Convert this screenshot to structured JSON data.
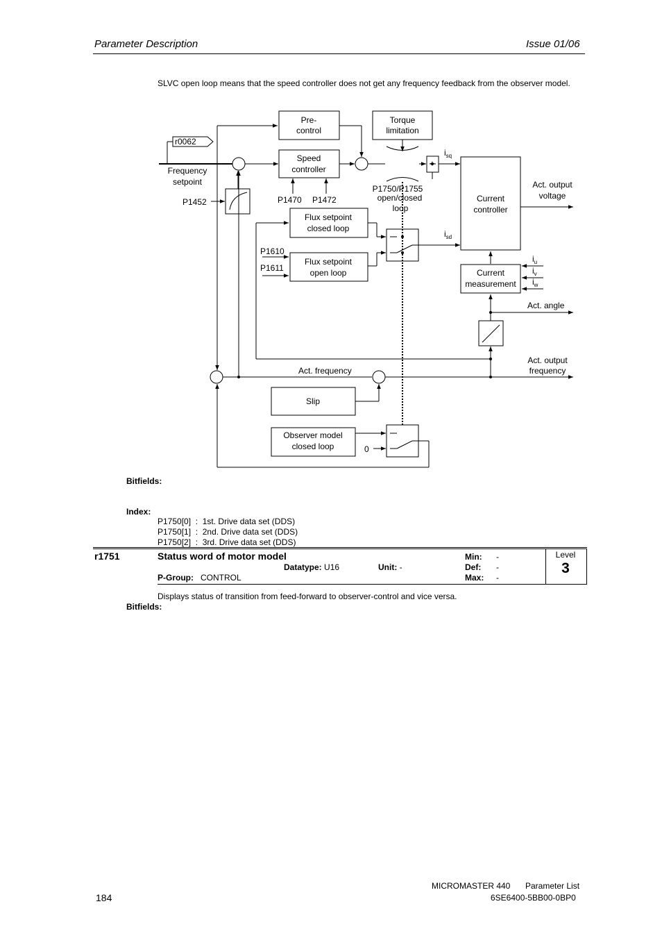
{
  "header": {
    "left": "Parameter Description",
    "right": "Issue 01/06"
  },
  "intro": "SLVC open loop means that the speed controller does not get any frequency feedback from the observer model.",
  "diagram": {
    "blocks": {
      "precontrol_1": "Pre-",
      "precontrol_2": "control",
      "torque_1": "Torque",
      "torque_2": "limitation",
      "speed_1": "Speed",
      "speed_2": "controller",
      "current_ctrl_1": "Current",
      "current_ctrl_2": "controller",
      "flux_closed_1": "Flux setpoint",
      "flux_closed_2": "closed loop",
      "flux_open_1": "Flux setpoint",
      "flux_open_2": "open loop",
      "current_meas_1": "Current",
      "current_meas_2": "measurement",
      "slip": "Slip",
      "observer_1": "Observer model",
      "observer_2": "closed loop"
    },
    "labels": {
      "r0062": "r0062",
      "freq_setpoint_1": "Frequency",
      "freq_setpoint_2": "setpoint",
      "p1452": "P1452",
      "p1470": "P1470",
      "p1472": "P1472",
      "p1750_1": "P1750/P1755",
      "p1750_2": "open/closed",
      "p1750_3": "loop",
      "p1610": "P1610",
      "p1611": "P1611",
      "isq": "i",
      "isq_sub": "sq",
      "isd": "i",
      "isd_sub": "sd",
      "act_voltage_1": "Act. output",
      "act_voltage_2": "voltage",
      "iu": "i",
      "iu_sub": "u",
      "iv": "i",
      "iv_sub": "v",
      "iw": "i",
      "iw_sub": "w",
      "act_angle": "Act. angle",
      "act_out_freq_1": "Act. output",
      "act_out_freq_2": "frequency",
      "act_frequency": "Act. frequency",
      "zero": "0"
    }
  },
  "bitfields_label": "Bitfields:",
  "index_label": "Index:",
  "index_rows": [
    {
      "param": "P1750[0]",
      "sep": ":",
      "text": "1st. Drive data set (DDS)"
    },
    {
      "param": "P1750[1]",
      "sep": ":",
      "text": "2nd. Drive data set (DDS)"
    },
    {
      "param": "P1750[2]",
      "sep": ":",
      "text": "3rd. Drive data set (DDS)"
    }
  ],
  "param": {
    "id": "r1751",
    "title": "Status word of motor model",
    "datatype_label": "Datatype:",
    "datatype": "U16",
    "unit_label": "Unit:",
    "unit": "-",
    "pgroup_label": "P-Group:",
    "pgroup": "CONTROL",
    "min_label": "Min:",
    "min": "-",
    "def_label": "Def:",
    "def": "-",
    "max_label": "Max:",
    "max": "-",
    "level_label": "Level",
    "level": "3",
    "description": "Displays status of transition from feed-forward to observer-control and vice versa.",
    "bitfields_label": "Bitfields:"
  },
  "footer": {
    "page": "184",
    "product": "MICROMASTER 440",
    "doc": "Parameter List",
    "order": "6SE6400-5BB00-0BP0"
  }
}
